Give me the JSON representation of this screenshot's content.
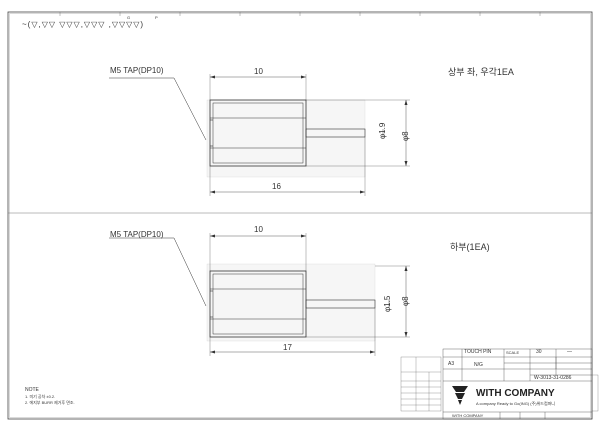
{
  "drawing": {
    "surface_symbols": "~(▽,▽▽ ▽▽▽,▽▽▽ ,▽▽▽▽)",
    "surface_letters": [
      "G",
      "P"
    ],
    "views": [
      {
        "tap_label": "M5 TAP(DP10)",
        "dim_top": "10",
        "dim_bottom": "16",
        "dia_small": "φ1.9",
        "dia_large": "φ8",
        "title": "상부 좌, 우각1EA"
      },
      {
        "tap_label": "M5 TAP(DP10)",
        "dim_top": "10",
        "dim_bottom": "17",
        "dia_small": "φ1.5",
        "dia_large": "φ8",
        "title": "하부(1EA)"
      }
    ],
    "notes": {
      "heading": "NOTE",
      "lines": [
        "1. 미기 공차 ±0.2.",
        "2. 에지부 BURR 제거후 면조."
      ]
    }
  },
  "title_block": {
    "part_name": "TOUCH PIN",
    "scale_label": "SCALE",
    "scale_value": "30",
    "size": "A3",
    "dash": "—",
    "na": "N/G",
    "dwg_no": "W-3013-31-0286",
    "company": "WITH COMPANY",
    "company_sub": "A company Ready to Go(ING) (주)위드컴퍼니",
    "footer_company": "WITH COMPANY"
  },
  "colors": {
    "line": "#333333",
    "logo": "#222222"
  }
}
